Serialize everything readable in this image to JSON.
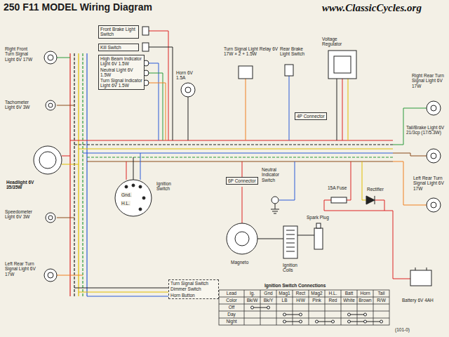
{
  "diagram": {
    "title": "250 F11 MODEL Wiring Diagram",
    "nodes": [
      {
        "text": [
          "Front Brake Light Switch"
        ]
      },
      {
        "text": [
          "Kill Switch"
        ]
      },
      {
        "text": [
          "High Beam Indicator Light 6V 1.5W",
          "Neutral Light 6V 1.5W",
          "Turn Signal Indicator Light 6V 1.5W"
        ]
      },
      {
        "text": [
          "4P Connector"
        ]
      },
      {
        "text": [
          "6P Connector"
        ]
      },
      {
        "text": [
          "Turn Signal Switch",
          "Dimmer Switch",
          "Horn Button"
        ]
      }
    ],
    "labels": [
      "www.ClassicCycles.org",
      "Right Front Turn Signal Light 6V 17W",
      "Tachometer Light 6V 3W",
      "Headlight 6V 35/35W",
      "Speedometer Light 6V 3W",
      "Left Rear Turn Signal Light 6V 17W",
      "Horn 6V 1.5A",
      "Ignition Switch",
      "Gnd.",
      "H.L.",
      "Turn Signal Light Relay 6V 17W × 2 + 1.5W",
      "Rear Brake Light Switch",
      "Voltage Regulator",
      "Right Rear Turn Signal Light 6V 17W",
      "Tail/Brake Light 6V 21/3cp (17/5.3W)",
      "Left Rear Turn Signal Light 6V 17W",
      "Neutral Indicator Switch",
      "15A Fuse",
      "Rectifier",
      "Spark Plug",
      "Magneto",
      "Ignition Coils",
      "Battery 6V 4AH",
      "Ignition Switch Connections",
      "Lead",
      "Ig.",
      "Gnd",
      "Mag1",
      "Rect",
      "Mag2",
      "H.L.",
      "Batt",
      "Horn",
      "Tail",
      "Color",
      "Bk/W",
      "Bk/Y",
      "LB",
      "H/W",
      "Pink",
      "Red",
      "White",
      "Brown",
      "R/W",
      "Off",
      "Day",
      "Night",
      "(101-0)"
    ]
  }
}
